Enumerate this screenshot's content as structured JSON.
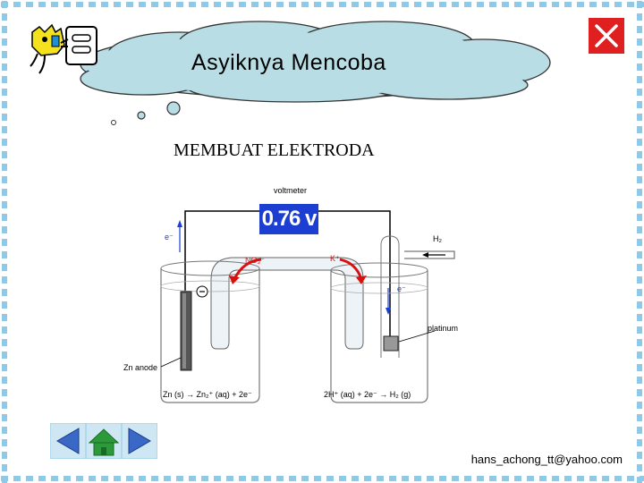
{
  "slide": {
    "title": "Asyiknya Mencoba",
    "subtitle": "MEMBUAT ELEKTRODA",
    "email": "hans_achong_tt@yahoo.com"
  },
  "diagram": {
    "voltmeter_label": "voltmeter",
    "voltage": "0.76 v",
    "electron_left": "e⁻",
    "electron_right": "e⁻",
    "h2_label": "H₂",
    "no3_label": "NO₃⁻",
    "k_label": "K⁺",
    "anode_sign": "−",
    "platinum_label": "platinum",
    "zn_anode_label": "Zn anode",
    "left_equation": "Zn (s) → Zn₂⁺ (aq) + 2e⁻",
    "right_equation": "2H⁺ (aq) + 2e⁻ → H₂ (g)"
  },
  "icons": {
    "close": "close-x-icon",
    "prev": "triangle-left-icon",
    "home": "home-icon",
    "next": "triangle-right-icon",
    "mascot": "cartoon-plug-icon"
  },
  "colors": {
    "border_blue": "#8fc9e8",
    "cloud_fill": "#b8dde4",
    "close_red": "#e02020",
    "nav_blue": "#3a68c6",
    "home_green": "#2c9a3a",
    "voltage_bg": "#1c3fd2",
    "arrow_red": "#d81010"
  }
}
